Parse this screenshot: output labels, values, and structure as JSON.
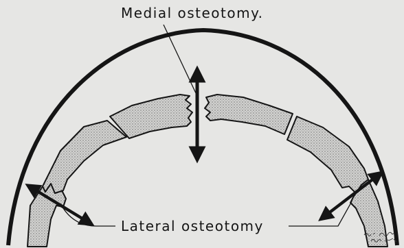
{
  "labels": {
    "medial": "Medial osteotomy.",
    "lateral": "Lateral osteotomy"
  },
  "signature_text": "R.A. ... May 197..",
  "colors": {
    "background": "#e6e6e4",
    "ink": "#151515",
    "bone_fill": "#c9c9c7"
  },
  "icons": [
    "double-headed-arrow-icon",
    "signature-icon"
  ]
}
